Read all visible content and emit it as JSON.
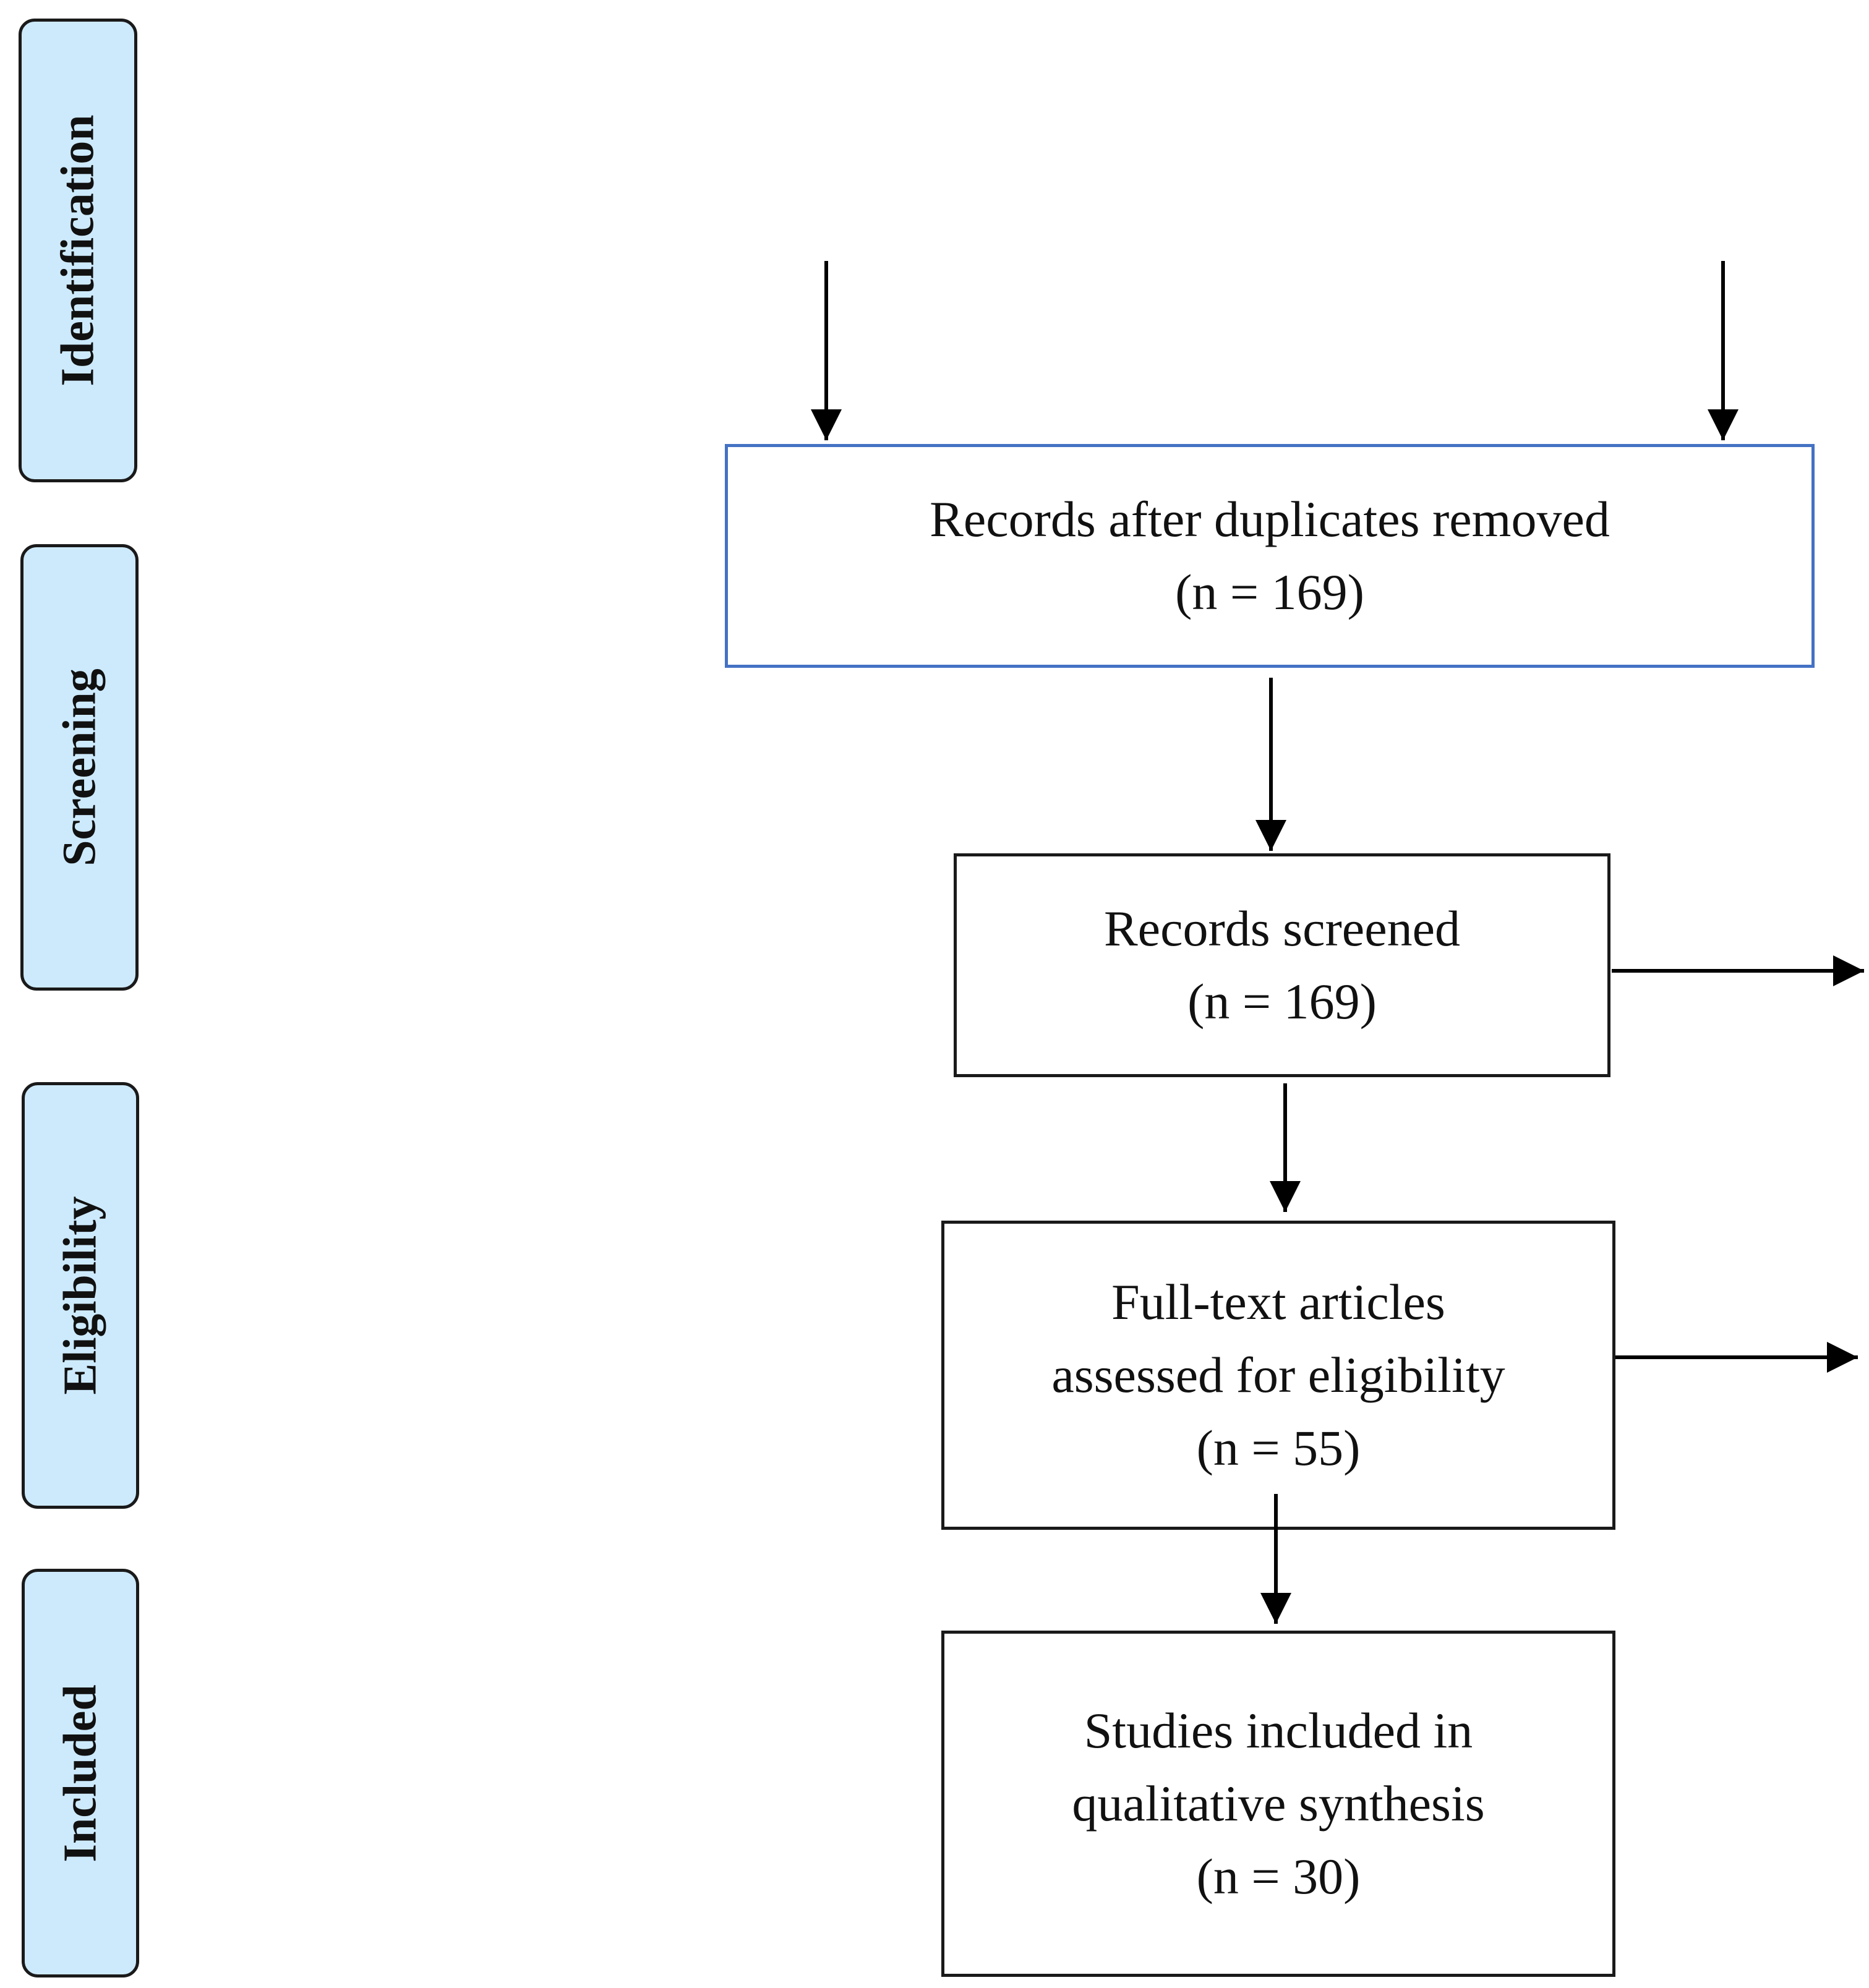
{
  "colors": {
    "stage_fill": "#cdeafd",
    "stage_border": "#1a1a1a",
    "box_border": "#1a1a1a",
    "highlight_border": "#4472c4",
    "arrow": "#000000",
    "text": "#111111"
  },
  "stages": [
    {
      "id": "identification",
      "label": "Identification"
    },
    {
      "id": "screening",
      "label": "Screening"
    },
    {
      "id": "eligibility",
      "label": "Eligibility"
    },
    {
      "id": "included",
      "label": "Included"
    }
  ],
  "boxes": {
    "records_after_duplicates": {
      "lines": [
        "Records after duplicates removed",
        "(n = 169)"
      ],
      "highlighted": true
    },
    "records_screened": {
      "lines": [
        "Records screened",
        "(n = 169)"
      ],
      "highlighted": false
    },
    "full_text_assessed": {
      "lines": [
        "Full-text articles",
        "assessed for eligibility",
        "(n = 55)"
      ],
      "highlighted": false
    },
    "studies_included": {
      "lines": [
        "Studies included in",
        "qualitative synthesis",
        "(n = 30)"
      ],
      "highlighted": false
    }
  }
}
